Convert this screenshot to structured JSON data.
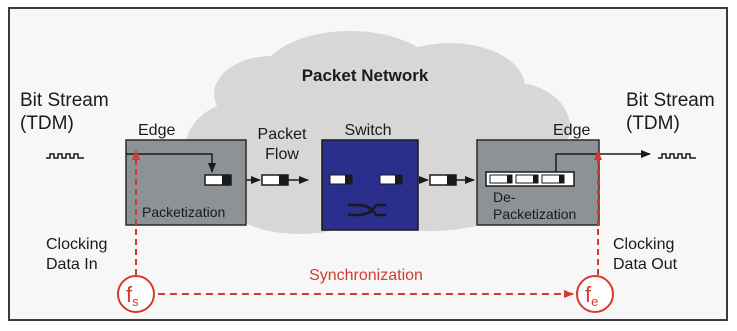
{
  "cloud_title": "Packet Network",
  "left": {
    "title_line1": "Bit Stream",
    "title_line2": "(TDM)",
    "edge_label": "Edge",
    "box_label": "Packetization",
    "clock_line1": "Clocking",
    "clock_line2": "Data In",
    "freq_symbol": "f",
    "freq_sub": "s"
  },
  "right": {
    "title_line1": "Bit Stream",
    "title_line2": "(TDM)",
    "edge_label": "Edge",
    "box_line1": "De-",
    "box_line2": "Packetization",
    "clock_line1": "Clocking",
    "clock_line2": "Data Out",
    "freq_symbol": "f",
    "freq_sub": "e"
  },
  "packet_flow_line1": "Packet",
  "packet_flow_line2": "Flow",
  "switch_label": "Switch",
  "sync_label": "Synchronization",
  "colors": {
    "red": "#d23c2e",
    "edge_box": "#8d9296",
    "switch_box": "#2a2f8e",
    "cloud": "#d7d7d7",
    "text": "#1a1a1a"
  }
}
